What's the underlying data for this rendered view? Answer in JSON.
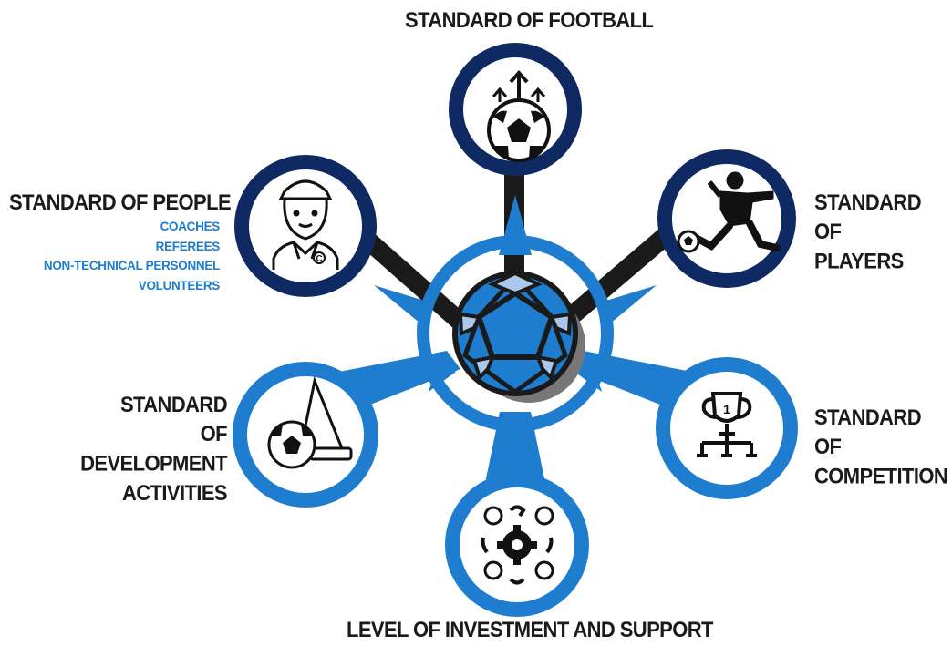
{
  "nodes": {
    "football": {
      "label": "STANDARD OF FOOTBALL",
      "icon": "football-growth-icon"
    },
    "players": {
      "label_lines": [
        "STANDARD OF",
        "PLAYERS"
      ],
      "icon": "player-kicking-icon"
    },
    "competition": {
      "label_lines": [
        "STANDARD OF",
        "COMPETITION"
      ],
      "icon": "trophy-bracket-icon"
    },
    "investment": {
      "label": "LEVEL OF INVESTMENT AND SUPPORT",
      "icon": "investment-gear-icon"
    },
    "development": {
      "label_lines": [
        "STANDARD",
        "OF DEVELOPMENT",
        "ACTIVITIES"
      ],
      "icon": "ball-and-cone-icon"
    },
    "people": {
      "label": "STANDARD OF PEOPLE",
      "sub_items": [
        "COACHES",
        "REFEREES",
        "NON-TECHNICAL PERSONNEL",
        "VOLUNTEERS"
      ],
      "icon": "coach-person-icon",
      "badge_letter": "C"
    }
  },
  "center_icon": "star-ball-icon",
  "colors": {
    "dark_navy": "#0f2a63",
    "blue": "#1f7dd0",
    "light_blue": "#a9c8ec",
    "connector": "#1a1a1a",
    "text": "#1a1a1a",
    "sub_text": "#1f7dd0"
  }
}
